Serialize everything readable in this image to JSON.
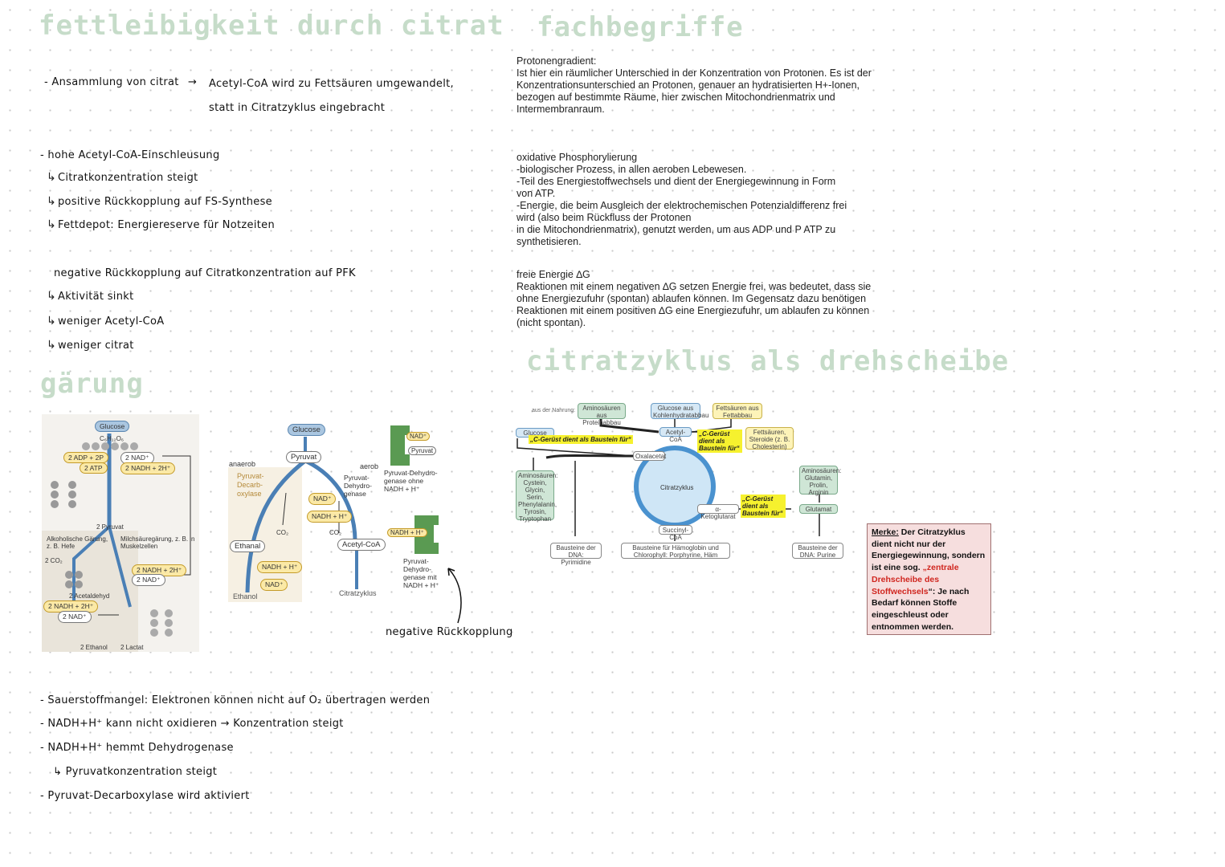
{
  "left": {
    "title": "fettleibigkeit durch citrat",
    "block1": {
      "line1_left": "- Ansammlung von citrat",
      "line1_right": "Acetyl-CoA wird zu Fettsäuren umgewandelt,",
      "line2": "statt in Citratzyklus eingebracht"
    },
    "block2": {
      "head": "- hohe Acetyl-CoA-Einschleusung",
      "items": [
        "Citratkonzentration steigt",
        "positive Rückkopplung auf FS-Synthese",
        "Fettdepot: Energiereserve für Notzeiten"
      ]
    },
    "block3": {
      "head": "negative Rückkopplung auf Citratkonzentration auf PFK",
      "items": [
        "Aktivität sinkt",
        "weniger Acetyl-CoA",
        "weniger citrat"
      ]
    },
    "gaerung_title": "gärung",
    "bottom": {
      "line1": "- Sauerstoffmangel: Elektronen können nicht auf O₂ übertragen werden",
      "line2": "- NADH+H⁺ kann nicht oxidieren → Konzentration steigt",
      "line3": "- NADH+H⁺ hemmt Dehydrogenase",
      "line4": "↳ Pyruvatkonzentration steigt",
      "line5": "- Pyruvat-Decarboxylase wird aktiviert"
    },
    "negative_feedback_label": "negative Rückkopplung"
  },
  "fermentation_diagram": {
    "glucose": "Glucose",
    "formula": "C₆H₁₂O₆",
    "adp": "2 ADP + 2P",
    "atp": "2 ATP",
    "nad1": "2 NAD⁺",
    "nadh1": "2 NADH + 2H⁺",
    "pyruvat": "2 Pyruvat",
    "alk": "Alkoholische Gärung, z. B. Hefe",
    "milch": "Milchsäuregärung, z. B. in Muskelzellen",
    "co2": "2 CO₂",
    "nadh2": "2 NADH + 2H⁺",
    "nad2": "2 NAD⁺",
    "acetaldehyd": "2 Acetaldehyd",
    "nadh3": "2 NADH + 2H⁺",
    "nad3": "2 NAD⁺",
    "ethanol": "2 Ethanol",
    "lactat": "2 Lactat"
  },
  "pyruvat_diagram": {
    "glucose": "Glucose",
    "pyruvat": "Pyruvat",
    "anaerob": "anaerob",
    "aerob": "aerob",
    "decarb": "Pyruvat-Decarb-oxylase",
    "dehydro": "Pyruvat-Dehydro-genase",
    "co2a": "CO₂",
    "co2b": "CO₂",
    "nad": "NAD⁺",
    "nadh": "NADH + H⁺",
    "ethanal": "Ethanal",
    "nadh2": "NADH + H⁺",
    "nad2": "NAD⁺",
    "ethanol": "Ethanol",
    "acetyl": "Acetyl-CoA",
    "citrat": "Citratzyklus",
    "enzyme1_nad": "NAD⁺",
    "enzyme1_pyr": "Pyruvat",
    "enzyme1_label": "Pyruvat-Dehydro-genase ohne NADH + H⁺",
    "enzyme2_nadh": "NADH + H⁺",
    "enzyme2_label": "Pyruvat-Dehydro-genase mit NADH + H⁺"
  },
  "right": {
    "title": "fachbegriffe",
    "protonen": {
      "head": "Protonengradient:",
      "lines": [
        "Ist hier ein räumlicher Unterschied in der Konzentration von Protonen. Es ist der",
        "Konzentrationsunterschied an Protonen, genauer an hydratisierten H+-Ionen,",
        "bezogen auf bestimmte Räume, hier zwischen Mitochondrienmatrix und",
        "Intermembranraum."
      ]
    },
    "oxphos": {
      "head": "oxidative Phosphorylierung",
      "lines": [
        "-biologischer Prozess, in allen aeroben Lebewesen.",
        "-Teil des Energiestoffwechsels und dient der Energiegewinnung in Form",
        "von ATP.",
        "-Energie, die beim Ausgleich der elektrochemischen Potenzialdifferenz frei",
        "wird (also beim Rückfluss der Protonen",
        "in die Mitochondrienmatrix), genutzt werden, um aus ADP und P ATP zu",
        "synthetisieren."
      ]
    },
    "energie": {
      "head": "freie Energie ∆G",
      "lines": [
        "Reaktionen mit einem negativen ∆G setzen Energie frei, was bedeutet, dass sie",
        "ohne Energiezufuhr (spontan) ablaufen können. Im Gegensatz dazu benötigen",
        "Reaktionen mit einem positiven ∆G eine Energiezufuhr, um ablaufen zu können",
        "(nicht spontan)."
      ]
    },
    "drehscheibe_title": "citratzyklus als drehscheibe"
  },
  "citrat_diagram": {
    "nahrung": "aus der Nahrung:",
    "amino_prot": "Aminosäuren aus Proteinabbau",
    "glucose_kh": "Glucose aus Kohlenhydratabbau",
    "fett": "Fettsäuren aus Fettabbau",
    "glucose": "Glucose",
    "tag1": "„C-Gerüst dient als Baustein für“",
    "acetyl": "Acetyl-CoA",
    "tag2": "„C-Gerüst dient als Baustein für“",
    "steroide": "Fettsäuren, Steroide (z. B. Cholesterin)",
    "oxalacetat": "Oxalacetat",
    "zyklus": "Citratzyklus",
    "amino_left": "Aminosäuren: Cystein, Glycin, Serin, Phenylalanin, Tyrosin, Tryptophan",
    "ketoglutarat": "α-Ketoglutarat",
    "tag3": "„C-Gerüst dient als Baustein für“",
    "glutamat": "Glutamat",
    "amino_right": "Aminosäuren: Glutamin, Prolin, Arginin",
    "succinyl": "Succinyl-CoA",
    "pyrimidine": "Bausteine der DNA: Pyrimidine",
    "porphyrine": "Bausteine für Hämoglobin und Chlorophyll: Porphyrine, Häm",
    "purine": "Bausteine der DNA: Purine"
  },
  "merke": {
    "label": "Merke:",
    "text1": " Der Citratzyklus dient nicht nur der Energiegewinnung, sondern ist eine sog. ",
    "red": "„zentrale Drehscheibe des Stoffwechsels",
    "text2": "“: Je nach Bedarf können Stoffe eingeschleust oder entnommen werden."
  }
}
